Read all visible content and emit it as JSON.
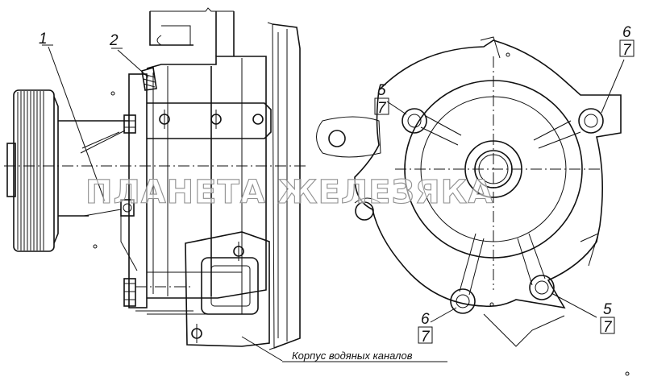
{
  "callouts": {
    "pos1": "1",
    "pos2": "2",
    "pos5_top": "5",
    "pos5_top_sub": "7",
    "pos6_top": "6",
    "pos6_top_sub": "7",
    "pos6_bottom": "6",
    "pos6_bottom_sub": "7",
    "pos5_bottom": "5",
    "pos5_bottom_sub": "7"
  },
  "caption": "Корпус водяных каналов",
  "watermark": "ПЛАНЕТА ЖЕЛЕЗЯКА",
  "colors": {
    "line": "#111111",
    "background": "#ffffff",
    "watermark_stroke": "#8f8f8f"
  }
}
